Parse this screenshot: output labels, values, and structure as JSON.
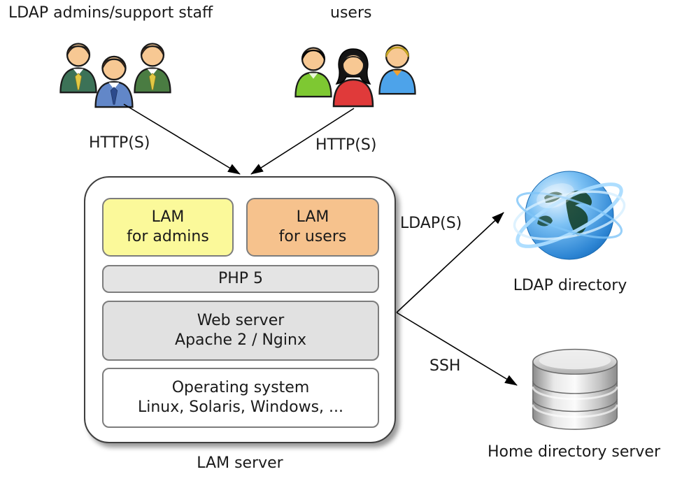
{
  "actors": {
    "admins_label": "LDAP admins/support staff",
    "users_label": "users"
  },
  "connections": {
    "http_admins_label": "HTTP(S)",
    "http_users_label": "HTTP(S)",
    "ldap_label": "LDAP(S)",
    "ssh_label": "SSH"
  },
  "lam_server": {
    "caption": "LAM server",
    "lam_for_admins": {
      "line1": "LAM",
      "line2": "for admins",
      "fill": "#fbf99a"
    },
    "lam_for_users": {
      "line1": "LAM",
      "line2": "for users",
      "fill": "#f6c28d"
    },
    "php": {
      "label": "PHP 5",
      "fill": "#e4e4e4"
    },
    "web_server": {
      "line1": "Web server",
      "line2": "Apache 2 / Nginx",
      "fill": "#e1e1e1"
    },
    "operating_system": {
      "line1": "Operating system",
      "line2": "Linux, Solaris, Windows, ...",
      "fill": "#ffffff"
    }
  },
  "external": {
    "ldap_directory_label": "LDAP directory",
    "home_directory_server_label": "Home directory server"
  },
  "colors": {
    "arrow": "#000000",
    "inner_box_border": "#7d7d7d",
    "outer_box_border": "#3f3f3f",
    "lam_admins_fill": "#fbf99a",
    "lam_users_fill": "#f6c28d",
    "php_fill": "#e4e4e4",
    "web_server_fill": "#e1e1e1",
    "os_fill": "#ffffff"
  }
}
